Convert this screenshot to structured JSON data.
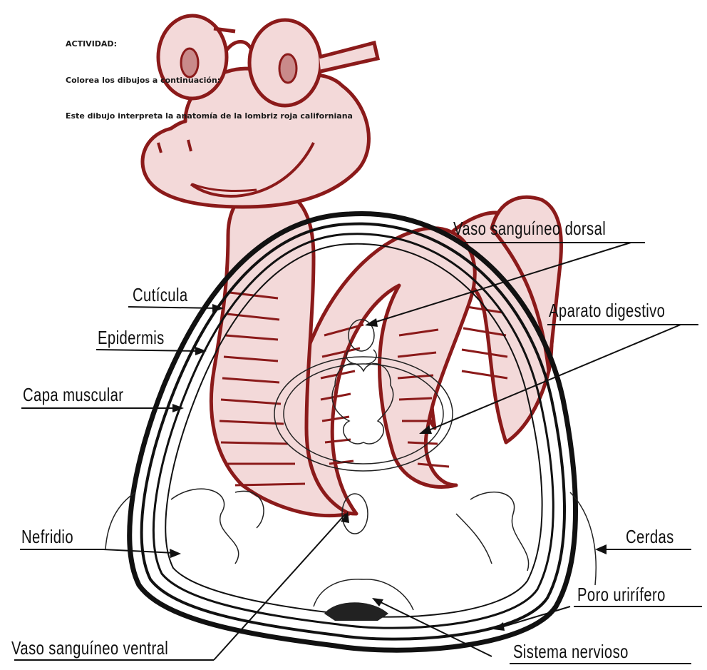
{
  "header": {
    "activity": "ACTIVIDAD:",
    "instruction": "Colorea los dibujos a continuación:",
    "description": "Este dibujo  interpreta la anatomía de la lombriz roja californiana"
  },
  "labels": {
    "vaso_dorsal": "Vaso sanguíneo dorsal",
    "cuticula": "Cutícula",
    "aparato_digestivo": "Aparato digestivo",
    "epidermis": "Epidermis",
    "capa_muscular": "Capa muscular",
    "nefridio": "Nefridio",
    "cerdas": "Cerdas",
    "poro": "Poro urirífero",
    "vaso_ventral": "Vaso sanguíneo ventral",
    "sistema_nervioso": "Sistema nervioso"
  },
  "colors": {
    "worm_fill": "#f3d9d9",
    "worm_outline": "#8b1a1a",
    "ink": "#111111"
  }
}
